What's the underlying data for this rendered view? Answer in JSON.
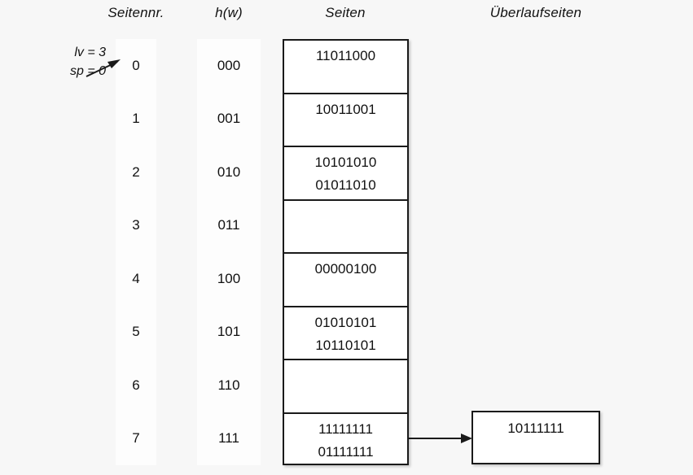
{
  "headers": {
    "seitennr": "Seitennr.",
    "hw": "h(w)",
    "seiten": "Seiten",
    "ueberlaufseiten": "Überlaufseiten"
  },
  "annotation": {
    "lv": "lv = 3",
    "sp": "sp = 0",
    "arrow_icon": "diagonal-arrow-icon"
  },
  "rows": [
    {
      "seitennr": "0",
      "hw": "000",
      "lines": [
        "11011000"
      ]
    },
    {
      "seitennr": "1",
      "hw": "001",
      "lines": [
        "10011001"
      ]
    },
    {
      "seitennr": "2",
      "hw": "010",
      "lines": [
        "10101010",
        "01011010"
      ]
    },
    {
      "seitennr": "3",
      "hw": "011",
      "lines": []
    },
    {
      "seitennr": "4",
      "hw": "100",
      "lines": [
        "00000100"
      ]
    },
    {
      "seitennr": "5",
      "hw": "101",
      "lines": [
        "01010101",
        "10110101"
      ]
    },
    {
      "seitennr": "6",
      "hw": "110",
      "lines": []
    },
    {
      "seitennr": "7",
      "hw": "111",
      "lines": [
        "11111111",
        "01111111"
      ]
    }
  ],
  "overflow": {
    "value": "10111111",
    "from_row": "7",
    "arrow_icon": "right-arrow-icon"
  },
  "colors": {
    "background": "#f7f7f7",
    "band": "#fdfdfd",
    "box_fill": "#ffffff",
    "stroke": "#1a1a1a",
    "text": "#111111"
  }
}
